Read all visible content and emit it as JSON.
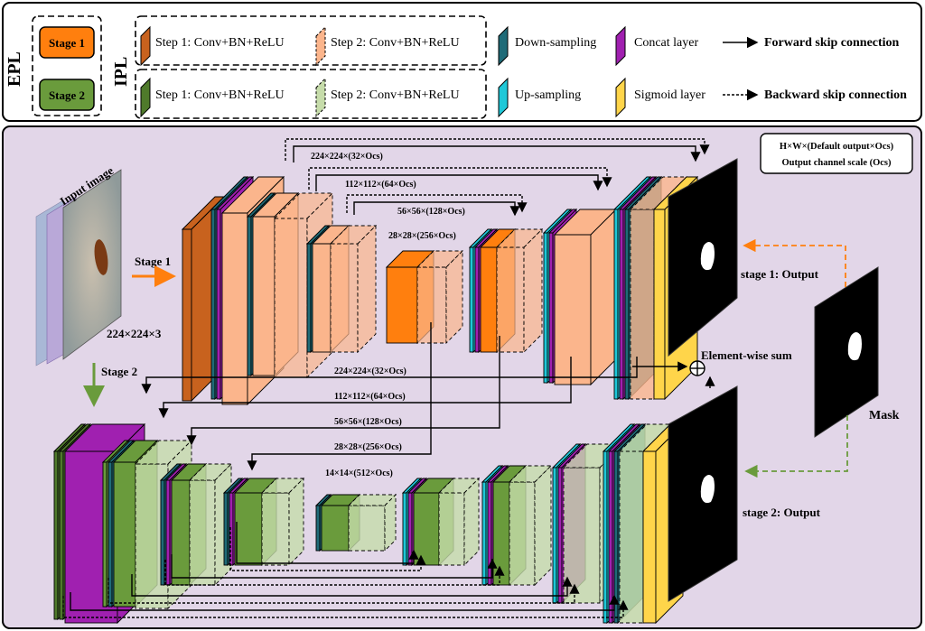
{
  "legend": {
    "epl_label": "EPL",
    "ipl_label": "IPL",
    "stage1": "Stage 1",
    "stage2": "Stage 2",
    "step1": "Step 1: Conv+BN+ReLU",
    "step2": "Step 2: Conv+BN+ReLU",
    "down_sampling": "Down-sampling",
    "up_sampling": "Up-sampling",
    "concat": "Concat layer",
    "sigmoid": "Sigmoid layer",
    "forward_skip": "Forward skip connection",
    "backward_skip": "Backward skip connection"
  },
  "diagram": {
    "input_image": "Input image",
    "input_size": "224×224×3",
    "stage1_arrow": "Stage 1",
    "stage2_arrow": "Stage 2",
    "info_line1": "H×W×(Default output×Ocs)",
    "info_line2": "Output channel scale (Ocs)",
    "size_224_top": "224×224×(32×Ocs)",
    "size_112_top": "112×112×(64×Ocs)",
    "size_56_top": "56×56×(128×Ocs)",
    "size_28_top": "28×28×(256×Ocs)",
    "size_224_mid": "224×224×(32×Ocs)",
    "size_112_mid": "112×112×(64×Ocs)",
    "size_56_mid": "56×56×(128×Ocs)",
    "size_28_mid": "28×28×(256×Ocs)",
    "size_14": "14×14×(512×Ocs)",
    "element_wise_sum": "Element-wise sum",
    "mask": "Mask",
    "stage1_output": "stage 1: Output",
    "stage2_output": "stage 2: Output"
  },
  "colors": {
    "orange_dark": "#c8621e",
    "orange": "#ff7f0e",
    "orange_light": "#fbb58c",
    "green_dark": "#4f7a2b",
    "green": "#6a9b3c",
    "green_light": "#c6dcaa",
    "teal_dark": "#1f6b78",
    "cyan": "#1ec8d8",
    "purple": "#a020b0",
    "yellow": "#ffd54a",
    "panel_bg": "#e2d6e8"
  }
}
